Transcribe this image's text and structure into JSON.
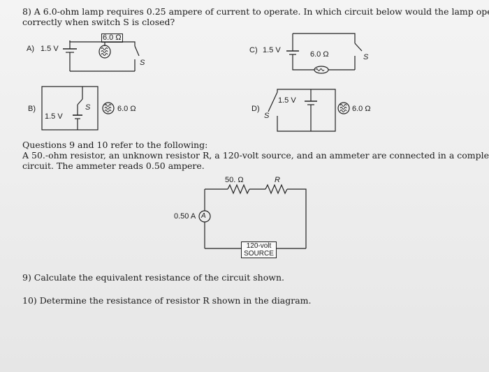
{
  "q8": {
    "line1": "8) A 6.0-ohm lamp requires 0.25 ampere of current to operate. In which circuit below would the lamp operate",
    "line2": "correctly when switch S is closed?"
  },
  "options": {
    "a": {
      "letter": "A)",
      "voltage": "1.5 V",
      "resistance": "6.0 Ω",
      "switch": "S"
    },
    "b": {
      "letter": "B)",
      "voltage": "1.5 V",
      "resistance": "6.0 Ω",
      "switch": "S"
    },
    "c": {
      "letter": "C)",
      "voltage": "1.5 V",
      "resistance": "6.0 Ω",
      "switch": "S"
    },
    "d": {
      "letter": "D)",
      "voltage": "1.5 V",
      "resistance": "6.0 Ω",
      "switch": "S"
    }
  },
  "intro": {
    "line1": "Questions 9 and 10 refer to the following:",
    "line2": "A 50.-ohm resistor, an unknown resistor R, a 120-volt source, and an ammeter are connected in a complete",
    "line3": "circuit. The ammeter reads 0.50 ampere."
  },
  "circuit": {
    "r1_label": "50. Ω",
    "r2_label": "R",
    "ammeter_reading": "0.50 A",
    "ammeter_symbol": "A",
    "source_line1": "120-volt",
    "source_line2": "SOURCE"
  },
  "q9": "9) Calculate the equivalent resistance of the circuit shown.",
  "q10": "10) Determine the resistance of resistor R shown in the diagram."
}
